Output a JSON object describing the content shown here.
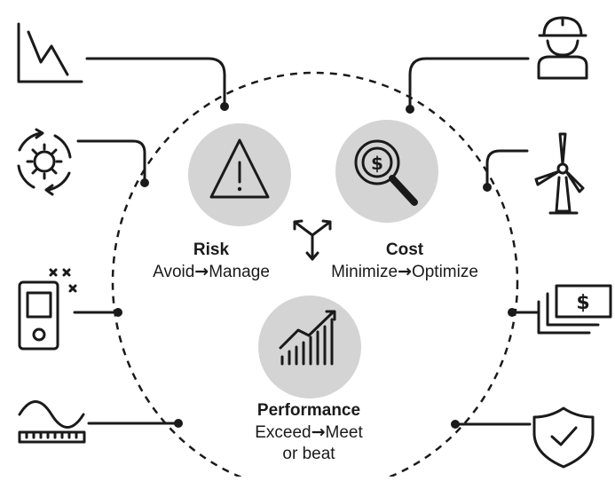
{
  "risk": {
    "title": "Risk",
    "from": "Avoid",
    "arrow": "→",
    "to": "Manage"
  },
  "cost": {
    "title": "Cost",
    "from": "Minimize",
    "arrow": "→",
    "to": "Optimize"
  },
  "performance": {
    "title": "Performance",
    "from": "Exceed",
    "arrow": "→",
    "to": "Meet",
    "line2": "or beat"
  },
  "cost_icon_symbol": "$",
  "cash_icon_symbol": "$",
  "colors": {
    "ink": "#1a1a1a",
    "circle_fill": "#d4d4d4",
    "background": "#ffffff"
  },
  "icons_left": [
    "declining-chart-icon",
    "rotating-gear-icon",
    "handheld-device-icon",
    "sine-wave-ruler-icon"
  ],
  "icons_right": [
    "worker-hardhat-icon",
    "wind-turbine-icon",
    "cash-stack-icon",
    "shield-check-icon"
  ]
}
